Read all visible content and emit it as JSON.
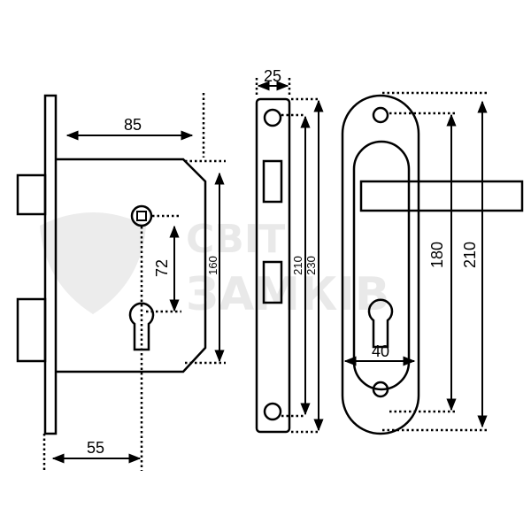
{
  "watermark": {
    "line1": "СВІТ",
    "line2": "ЗАМКІВ"
  },
  "dimensions": {
    "backset_depth": "85",
    "body_height": "160",
    "center_distance": "72",
    "backset": "55",
    "strike_width": "25",
    "strike_hole_spacing": "210",
    "strike_height": "230",
    "handle_hole_spacing": "180",
    "handle_height": "210",
    "handle_width": "40"
  }
}
